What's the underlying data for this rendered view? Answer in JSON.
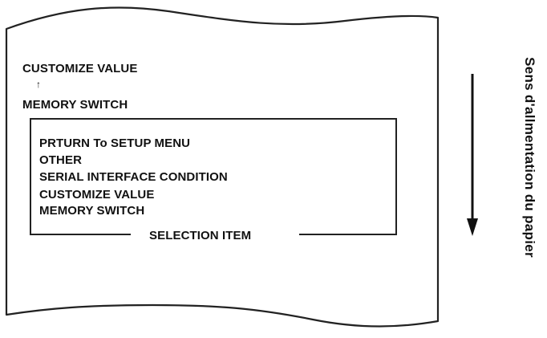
{
  "header_lines": {
    "customize_value": "CUSTOMIZE VALUE",
    "arrow": "↑",
    "memory_switch": "MEMORY SWITCH"
  },
  "selection_box": {
    "items": [
      "PRTURN To SETUP MENU",
      "OTHER",
      "SERIAL INTERFACE CONDITION",
      "CUSTOMIZE VALUE",
      "MEMORY SWITCH"
    ],
    "caption": "SELECTION ITEM"
  },
  "feed_direction": {
    "label": "Sens d'allmentation du papier",
    "arrow_icon": "down-arrow-icon"
  }
}
